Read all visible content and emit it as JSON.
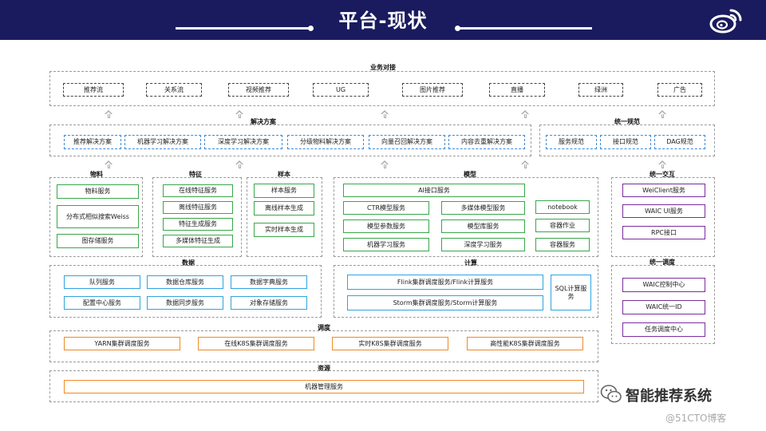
{
  "title": "平台-现状",
  "sections": {
    "business": "业务对接",
    "solution": "解决方案",
    "standard": "统一规范",
    "material": "物料",
    "feature": "特征",
    "sample": "样本",
    "model": "模型",
    "interaction": "统一交互",
    "data": "数据",
    "compute": "计算",
    "dispatch": "统一调度",
    "schedule": "调度",
    "resource": "资源"
  },
  "business": [
    "推荐流",
    "关系流",
    "视频推荐",
    "UG",
    "图片推荐",
    "直播",
    "绿洲",
    "广告"
  ],
  "solutions": [
    "推荐解决方案",
    "机器学习解决方案",
    "深度学习解决方案",
    "分级物料解决方案",
    "向量召回解决方案",
    "内容去重解决方案"
  ],
  "standards": [
    "服务规范",
    "接口规范",
    "DAG规范"
  ],
  "material": [
    "物料服务",
    "分布式相似搜索Weiss",
    "图存储服务"
  ],
  "feature": [
    "在线特征服务",
    "离线特征服务",
    "特征生成服务",
    "多媒体特征生成"
  ],
  "sample": [
    "样本服务",
    "离线样本生成",
    "实时样本生成"
  ],
  "model": {
    "ai": "AI接口服务",
    "left": [
      "CTR模型服务",
      "模型参数服务",
      "机器学习服务"
    ],
    "mid": [
      "多媒体模型服务",
      "模型库服务",
      "深度学习服务"
    ],
    "right": [
      "notebook",
      "容器作业",
      "容器服务"
    ]
  },
  "interaction": [
    "WeiClient服务",
    "WAIC UI服务",
    "RPC接口"
  ],
  "data": [
    "队列服务",
    "数据仓库服务",
    "数据字典服务",
    "配置中心服务",
    "数据同步服务",
    "对象存储服务"
  ],
  "compute": {
    "flink": "Flink集群调度服务/Flink计算服务",
    "storm": "Storm集群调度服务/Storm计算服务",
    "sql": "SQL计算服务"
  },
  "dispatch": [
    "WAIC控制中心",
    "WAIC统一ID",
    "任务调度中心"
  ],
  "schedule": [
    "YARN集群调度服务",
    "在线K8S集群调度服务",
    "实时K8S集群调度服务",
    "高性能K8S集群调度服务"
  ],
  "resource": [
    "机器管理服务"
  ],
  "watermark": "智能推荐系统",
  "credit": "@51CTO博客",
  "icons": {
    "brand": "weibo-logo-icon",
    "wechat": "wechat-icon"
  }
}
